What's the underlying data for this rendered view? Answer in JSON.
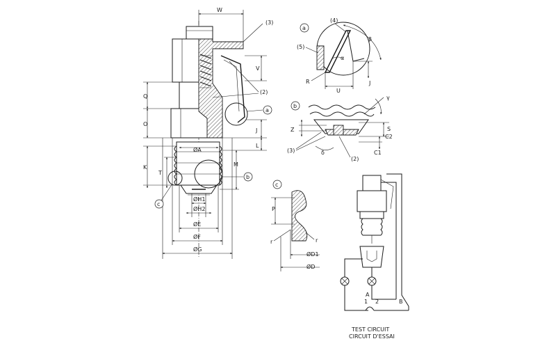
{
  "labels": {
    "W": "W",
    "Q": "Q",
    "O": "O",
    "K": "K",
    "T": "T",
    "V": "V",
    "J_main": "J",
    "L": "L",
    "M": "M",
    "dA": "ØA",
    "dH1": "ØH1",
    "dH2": "ØH2",
    "dE": "ØE",
    "dF": "ØF",
    "dG": "ØG",
    "ref3_main": "(3)",
    "ref2_main": "(2)",
    "ref_a_main": "a",
    "ref_b_main": "b",
    "ref_c_main": "c"
  },
  "detail_a": {
    "tag": "a",
    "ref4": "(4)",
    "ref5": "(5)",
    "beta": "β",
    "alpha": "α",
    "R": "R",
    "U": "U",
    "J": "J"
  },
  "detail_b": {
    "tag": "b",
    "gamma": "γ",
    "Z": "Z",
    "S": "S",
    "C2": "C2",
    "C1": "C1",
    "ref3": "(3)",
    "delta": "δ",
    "ref2": "(2)"
  },
  "detail_c": {
    "tag": "c",
    "P": "P",
    "r_left": "r",
    "r_right": "r",
    "dD1": "ØD1",
    "dD": "ØD"
  },
  "test_circuit": {
    "A": "A",
    "one": "1",
    "two": "2",
    "B": "B",
    "caption_en": "TEST CIRCUIT",
    "caption_fr": "CIRCUIT D'ESSAI"
  }
}
